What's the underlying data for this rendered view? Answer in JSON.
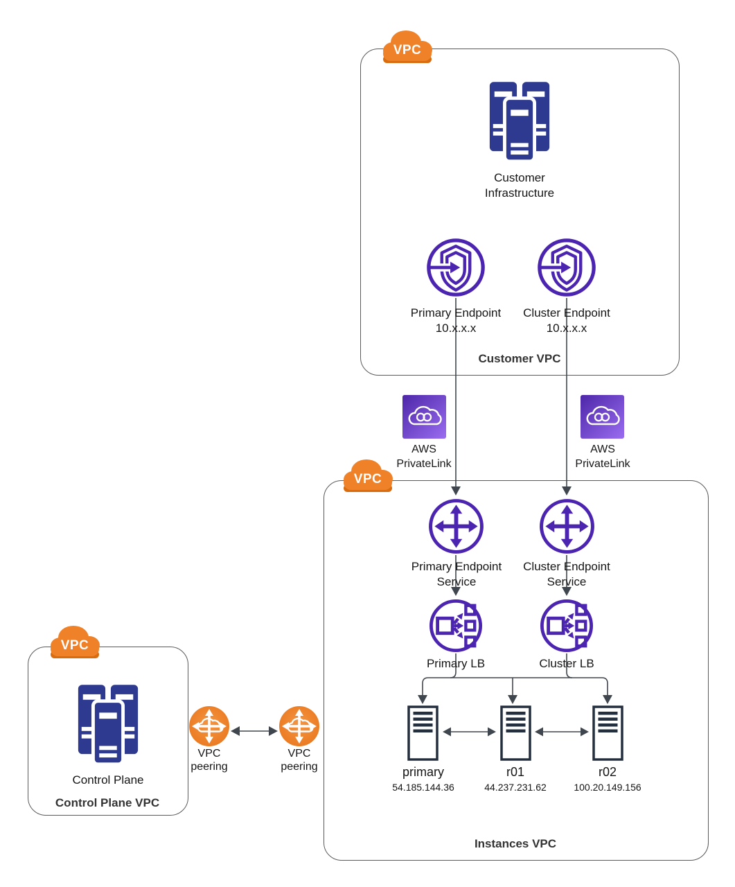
{
  "badge": {
    "label": "VPC"
  },
  "customer_vpc": {
    "title": "Customer VPC",
    "infrastructure": {
      "line1": "Customer",
      "line2": "Infrastructure"
    },
    "primary_endpoint": {
      "name": "Primary Endpoint",
      "address": "10.x.x.x"
    },
    "cluster_endpoint": {
      "name": "Cluster Endpoint",
      "address": "10.x.x.x"
    }
  },
  "privatelink": {
    "primary": {
      "line1": "AWS",
      "line2": "PrivateLink"
    },
    "cluster": {
      "line1": "AWS",
      "line2": "PrivateLink"
    }
  },
  "instances_vpc": {
    "title": "Instances VPC",
    "primary_endpoint_service": {
      "line1": "Primary Endpoint",
      "line2": "Service"
    },
    "cluster_endpoint_service": {
      "line1": "Cluster Endpoint",
      "line2": "Service"
    },
    "primary_lb": {
      "name": "Primary LB"
    },
    "cluster_lb": {
      "name": "Cluster LB"
    },
    "instances": [
      {
        "name": "primary",
        "ip": "54.185.144.36"
      },
      {
        "name": "r01",
        "ip": "44.237.231.62"
      },
      {
        "name": "r02",
        "ip": "100.20.149.156"
      }
    ]
  },
  "control_plane_vpc": {
    "title": "Control Plane VPC",
    "control_plane": {
      "name": "Control Plane"
    }
  },
  "vpc_peering": {
    "left": {
      "line1": "VPC",
      "line2": "peering"
    },
    "right": {
      "line1": "VPC",
      "line2": "peering"
    }
  },
  "colors": {
    "icon_purple": "#4B24B0",
    "server_navy": "#2E3A8F",
    "badge_orange": "#EF8129",
    "badge_orange_shadow": "#D96C0E",
    "instance_slate": "#232F3E",
    "privatelink_gradient_start": "#4D27A8",
    "privatelink_gradient_end": "#9A6CF0",
    "connector_gray": "#40464D",
    "box_border_gray": "#595959"
  }
}
